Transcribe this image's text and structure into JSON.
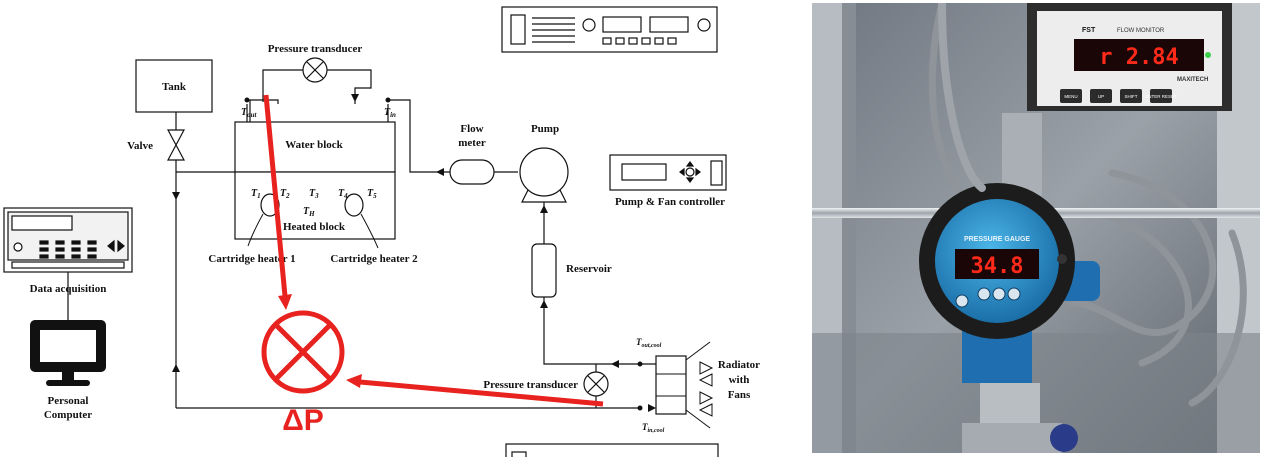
{
  "schematic": {
    "tank": "Tank",
    "valve": "Valve",
    "pressure_transducer_top": "Pressure transducer",
    "water_block": "Water block",
    "heated_block": "Heated block",
    "cartridge_heater_1": "Cartridge heater 1",
    "cartridge_heater_2": "Cartridge heater 2",
    "flow_meter_line1": "Flow",
    "flow_meter_line2": "meter",
    "pump": "Pump",
    "pump_fan_controller": "Pump & Fan controller",
    "reservoir": "Reservoir",
    "radiator_line1": "Radiator",
    "radiator_line2": "with",
    "radiator_line3": "Fans",
    "pressure_transducer_bottom": "Pressure transducer",
    "data_acquisition": "Data acquisition",
    "personal_computer_line1": "Personal",
    "personal_computer_line2": "Computer",
    "delta_p": "ΔP",
    "t_out": "T",
    "t_out_sub": "out",
    "t_in": "T",
    "t_in_sub": "in",
    "t1": "T",
    "t1_sub": "1",
    "t2": "T",
    "t2_sub": "2",
    "t3": "T",
    "t3_sub": "3",
    "t4": "T",
    "t4_sub": "4",
    "t5": "T",
    "t5_sub": "5",
    "th": "T",
    "th_sub": "H",
    "t_out_cool": "T",
    "t_out_cool_sub": "out,cool",
    "t_in_cool": "T",
    "t_in_cool_sub": "in,cool"
  },
  "photo": {
    "flow_display": "r  2.84",
    "flow_brand": "FST",
    "flow_model": "FLOW MONITOR",
    "flow_company": "MAXITECH",
    "flow_keys": [
      "MENU",
      "UP",
      "SHIFT",
      "ENTER RESET"
    ],
    "gauge_label": "PRESSURE GAUGE",
    "gauge_display": "34.8"
  },
  "colors": {
    "accent_red": "#e8231f",
    "line": "#111111"
  }
}
